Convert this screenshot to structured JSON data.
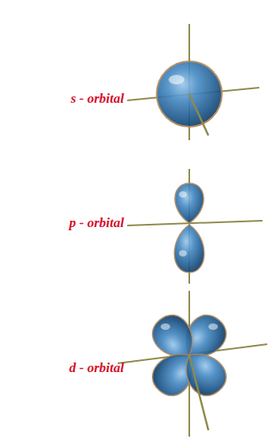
{
  "diagram": {
    "labels": [
      "s - orbital",
      "p - orbital",
      "d - orbital"
    ]
  }
}
